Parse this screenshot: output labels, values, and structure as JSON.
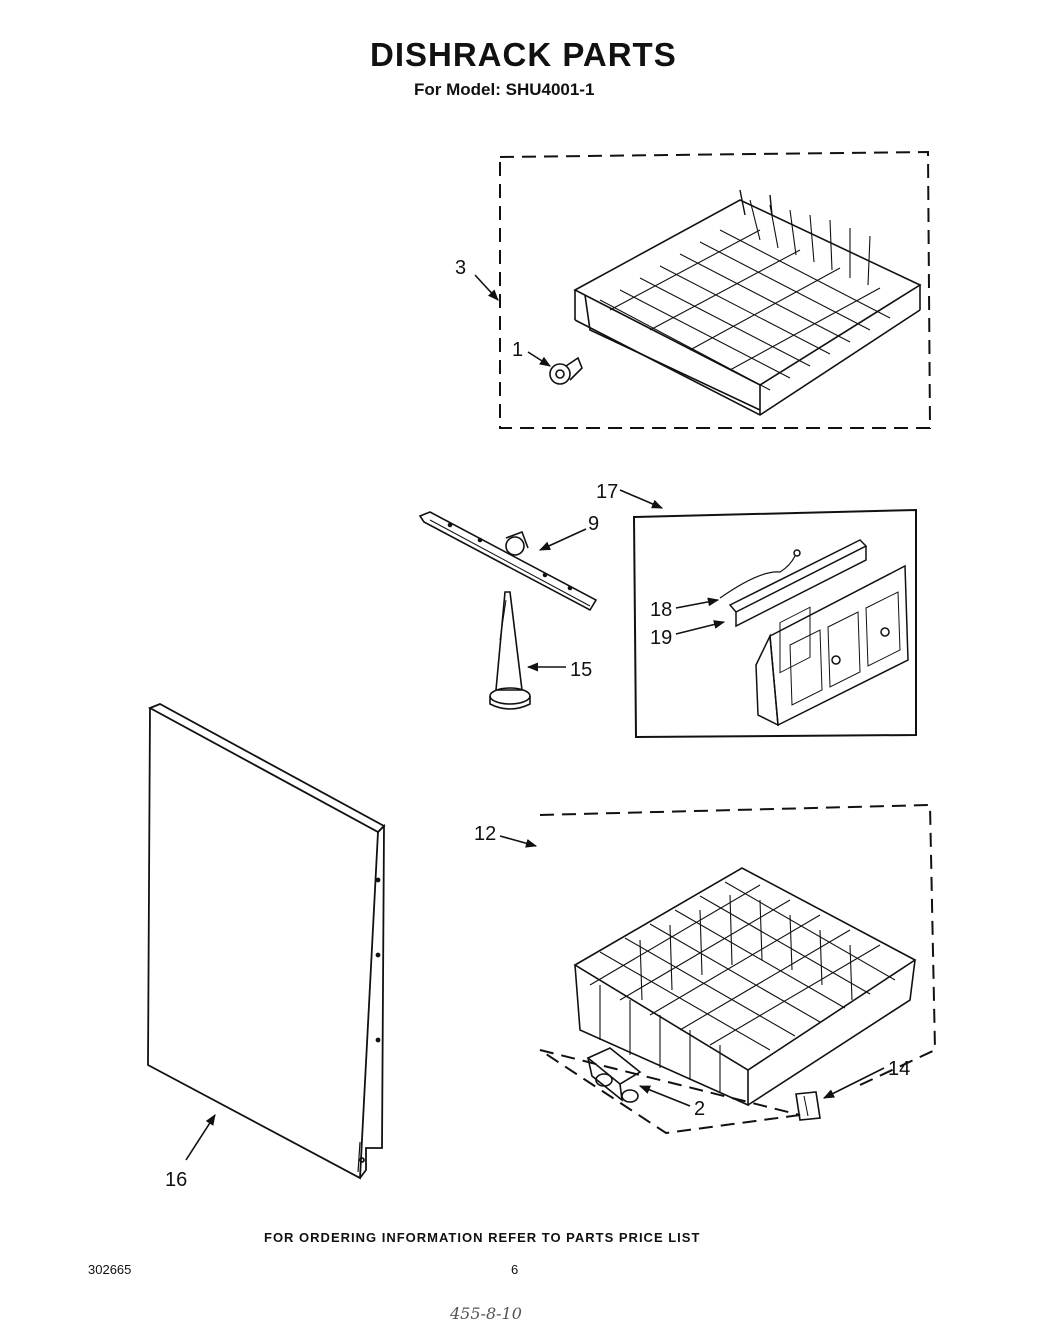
{
  "title": "DISHRACK PARTS",
  "subtitle": "For Model: SHU4001-1",
  "footer_note": "FOR ORDERING INFORMATION REFER TO PARTS PRICE LIST",
  "doc_number": "302665",
  "page_number": "6",
  "handwritten_note": "455-8-10",
  "callouts": {
    "c1": "1",
    "c2": "2",
    "c3": "3",
    "c9": "9",
    "c12": "12",
    "c14": "14",
    "c15": "15",
    "c16": "16",
    "c17": "17",
    "c18": "18",
    "c19": "19"
  }
}
